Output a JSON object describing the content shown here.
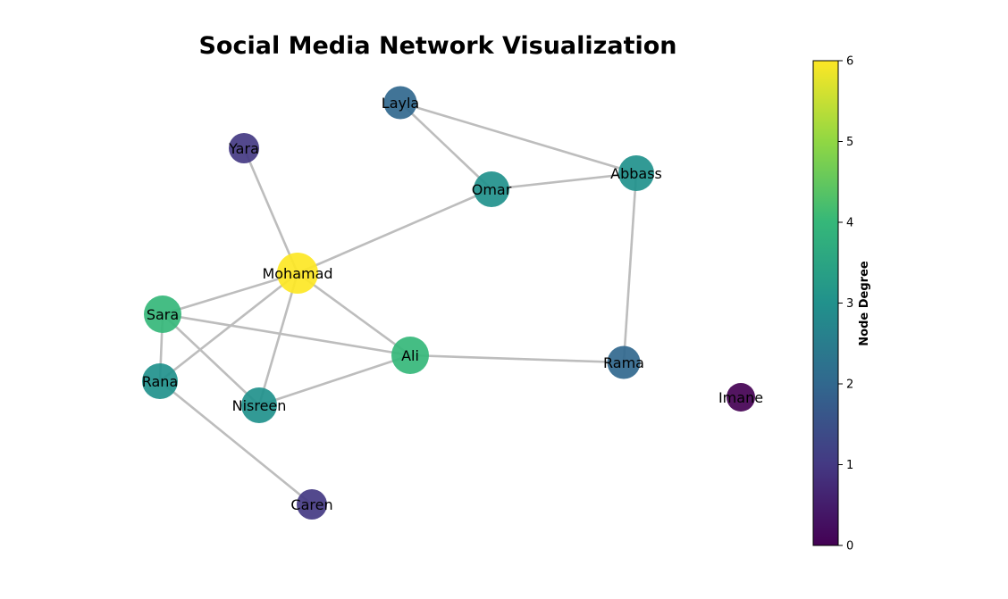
{
  "title": "Social Media Network Visualization",
  "nodes": [
    {
      "id": "Mohamad",
      "degree": 6
    },
    {
      "id": "Sara",
      "degree": 4
    },
    {
      "id": "Ali",
      "degree": 4
    },
    {
      "id": "Rana",
      "degree": 3
    },
    {
      "id": "Nisreen",
      "degree": 3
    },
    {
      "id": "Omar",
      "degree": 3
    },
    {
      "id": "Abbass",
      "degree": 3
    },
    {
      "id": "Layla",
      "degree": 2
    },
    {
      "id": "Rama",
      "degree": 2
    },
    {
      "id": "Yara",
      "degree": 1
    },
    {
      "id": "Caren",
      "degree": 1
    },
    {
      "id": "Imane",
      "degree": 0
    }
  ],
  "edges": [
    [
      "Mohamad",
      "Yara"
    ],
    [
      "Mohamad",
      "Omar"
    ],
    [
      "Mohamad",
      "Sara"
    ],
    [
      "Mohamad",
      "Rana"
    ],
    [
      "Mohamad",
      "Nisreen"
    ],
    [
      "Mohamad",
      "Ali"
    ],
    [
      "Sara",
      "Rana"
    ],
    [
      "Sara",
      "Nisreen"
    ],
    [
      "Sara",
      "Ali"
    ],
    [
      "Ali",
      "Nisreen"
    ],
    [
      "Ali",
      "Rama"
    ],
    [
      "Rana",
      "Caren"
    ],
    [
      "Omar",
      "Layla"
    ],
    [
      "Omar",
      "Abbass"
    ],
    [
      "Layla",
      "Abbass"
    ],
    [
      "Abbass",
      "Rama"
    ]
  ],
  "colorbar": {
    "label": "Node Degree",
    "ticks": [
      "0",
      "1",
      "2",
      "3",
      "4",
      "5",
      "6"
    ],
    "min": 0,
    "max": 6,
    "colormap": "viridis"
  },
  "colors": {
    "edge": "#bdbdbd",
    "viridis_stops": [
      "#440154",
      "#443983",
      "#31688e",
      "#21918c",
      "#35b779",
      "#90d743",
      "#fde725"
    ]
  }
}
